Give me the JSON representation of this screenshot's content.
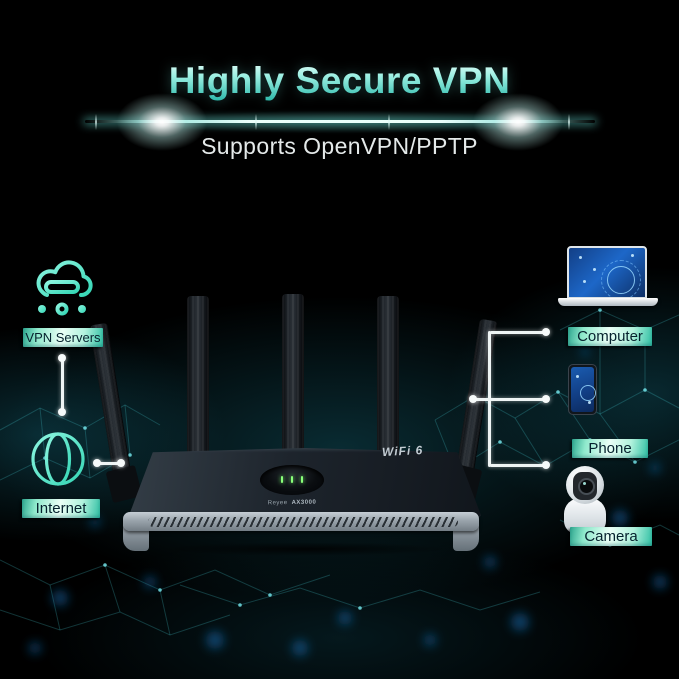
{
  "header": {
    "title": "Highly Secure VPN",
    "subtitle": "Supports OpenVPN/PPTP"
  },
  "left_column": {
    "vpn_servers": {
      "label": "VPN Servers",
      "icon": "cloud-server-icon"
    },
    "internet": {
      "label": "Internet",
      "icon": "globe-icon"
    }
  },
  "router": {
    "wifi_badge": "WiFi 6",
    "brand": "Reyee",
    "model": "AX3000",
    "status_leds": 3
  },
  "right_column": {
    "devices": [
      {
        "label": "Computer",
        "icon": "laptop-icon"
      },
      {
        "label": "Phone",
        "icon": "smartphone-icon"
      },
      {
        "label": "Camera",
        "icon": "security-camera-icon"
      }
    ]
  },
  "colors": {
    "accent_teal": "#2fc7b1",
    "label_gradient_start": "#2ea78f",
    "label_gradient_mid": "#eafff6",
    "label_text": "#06222e",
    "led_green": "#8aff7a",
    "screen_blue": "#1d67c8",
    "background": "#000000"
  }
}
